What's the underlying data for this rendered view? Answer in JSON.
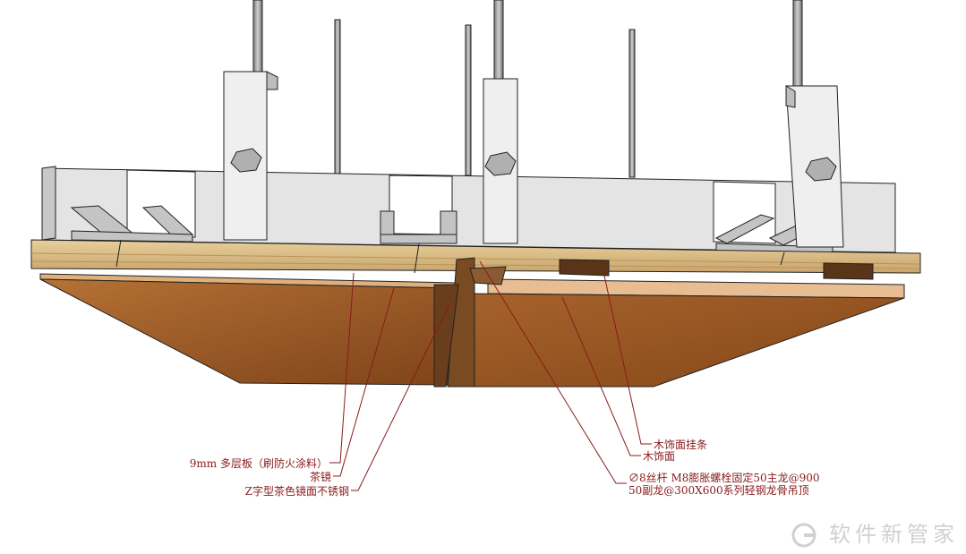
{
  "annotations": {
    "board": "9mm 多层板（刷防火涂料）",
    "tea_mirror": "茶镜",
    "z_steel": "Z字型茶色镜面不锈钢",
    "wood_strip": "木饰面挂条",
    "wood_face": "木饰面",
    "rod_line1": "∅8丝杆  M8膨胀螺栓固定50主龙@900",
    "rod_line2": "50副龙@300X600系列轻钢龙骨吊顶"
  },
  "watermark": {
    "text": "软件新管家",
    "icon": "g-logo-icon"
  },
  "colors": {
    "leader": "#8a1a1a",
    "wood": "#9a5a2a",
    "plywood": "#d8b784",
    "steel": "#e6e6e6"
  }
}
